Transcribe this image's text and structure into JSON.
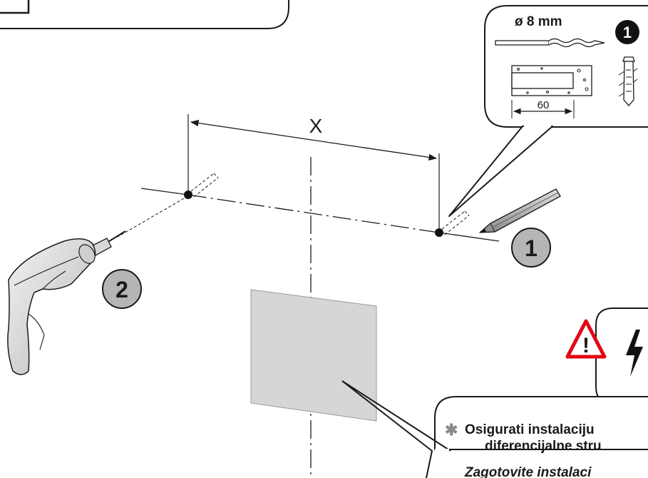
{
  "callout": {
    "drill_bit_size": "ø 8 mm",
    "step_number": "1",
    "depth_dimension": "60"
  },
  "dimension": {
    "distance_label": "X"
  },
  "steps": {
    "mark_step": "1",
    "drill_step": "2"
  },
  "warning": {
    "exclamation": "!"
  },
  "note": {
    "bullet": "✱",
    "line1": "Osigurati instalaciju",
    "line2": "diferencijalne stru",
    "line3": "Zagotovite instalaci"
  }
}
